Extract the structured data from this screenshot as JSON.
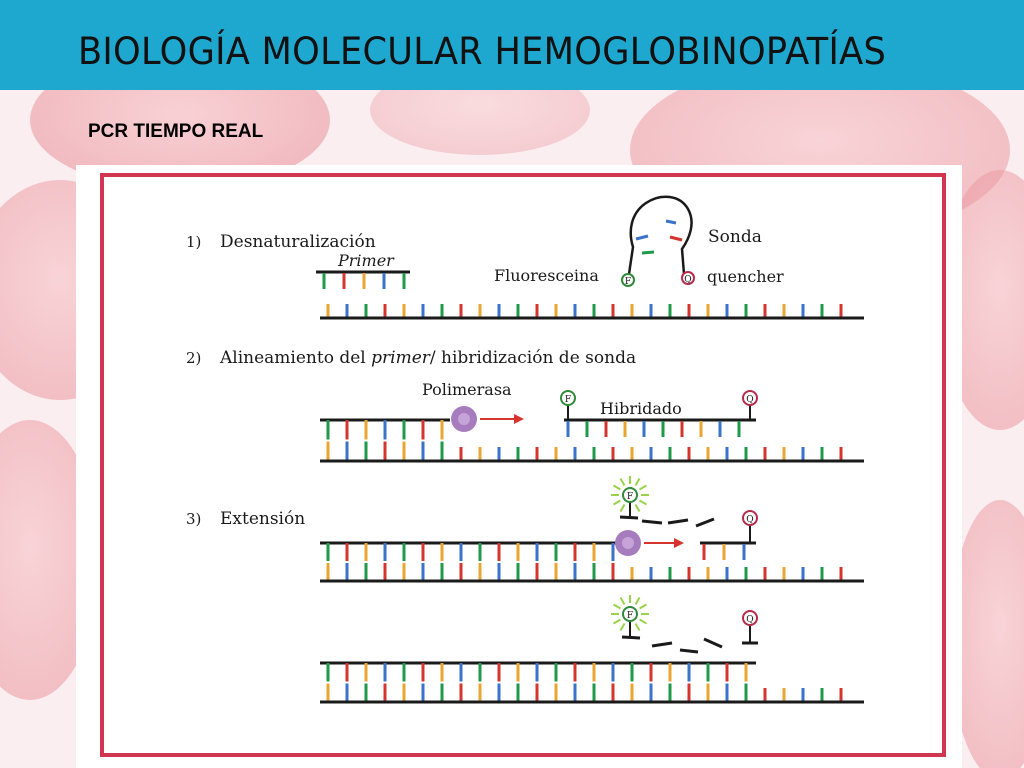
{
  "slide": {
    "title": "BIOLOGÍA MOLECULAR HEMOGLOBINOPATÍAS",
    "subtitle": "PCR TIEMPO REAL"
  },
  "diagram": {
    "steps": [
      {
        "number": "1)",
        "label": "Desnaturalización"
      },
      {
        "number": "2)",
        "label_before": "Alineamiento del ",
        "label_italic": "primer",
        "label_after": "/ hibridización de sonda"
      },
      {
        "number": "3)",
        "label": "Extensión"
      }
    ],
    "labels": {
      "primer": "Primer",
      "sonda": "Sonda",
      "fluoresceina": "Fluoresceina",
      "quencher": "quencher",
      "polimerasa": "Polimerasa",
      "hibridado": "Hibridado"
    },
    "markers": {
      "fluor": "F",
      "quench": "Q"
    }
  },
  "colors": {
    "title_bar": "#1fa8cf",
    "frame": "#d0364f",
    "base_yellow": "#e9a531",
    "base_blue": "#3a73c8",
    "base_green": "#1f9a4a",
    "base_red": "#d6342f",
    "polymerase": "#a77cbf",
    "fluor_marker": "#2f8a3a",
    "quench_marker": "#b82a4a",
    "glow": "#9ad34a"
  }
}
